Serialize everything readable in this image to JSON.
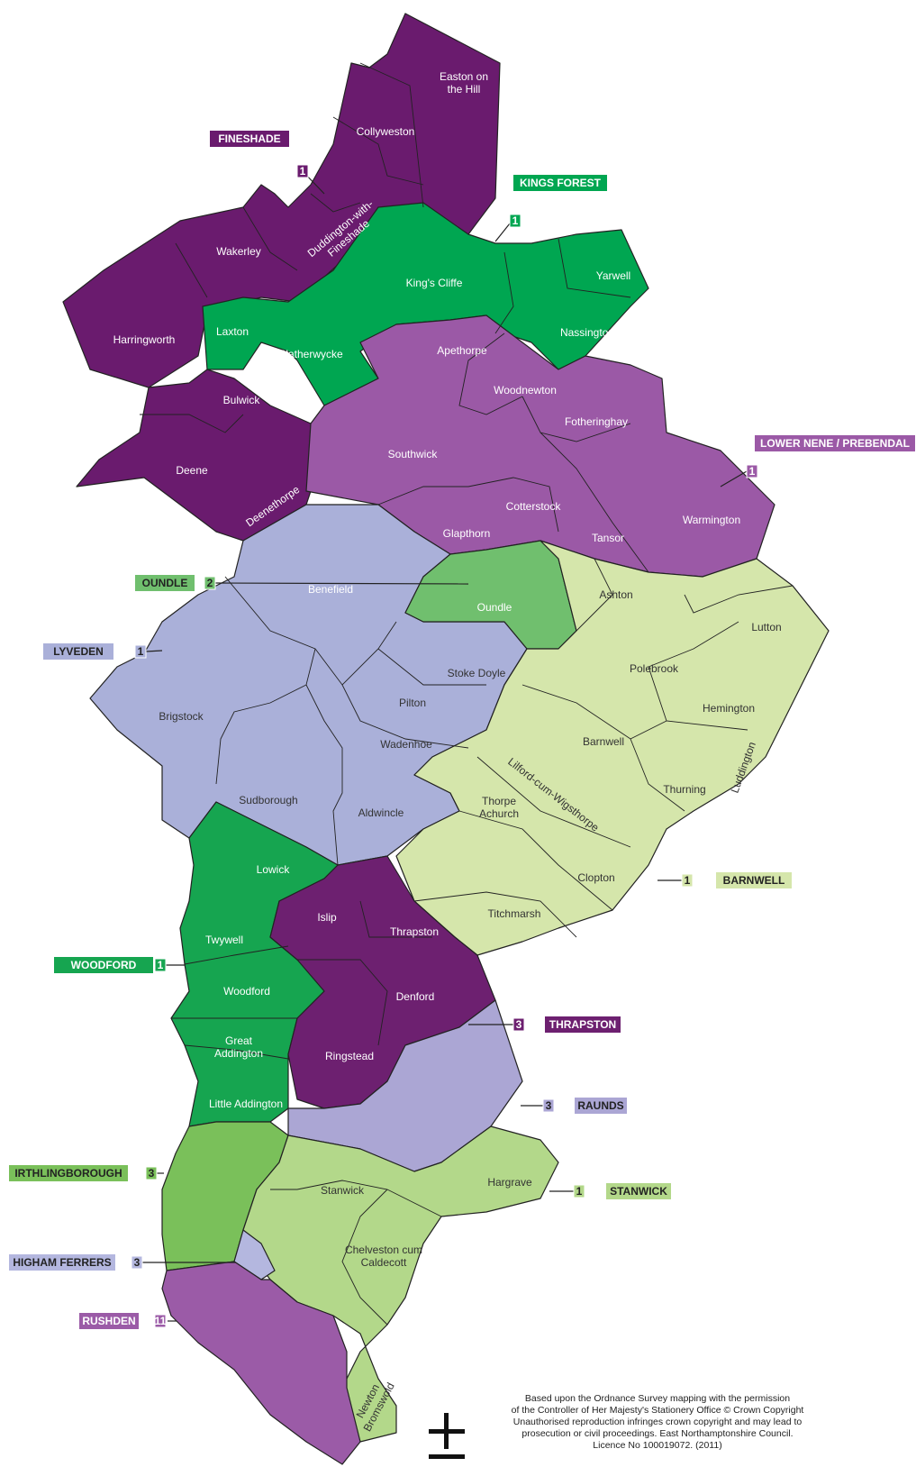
{
  "colors": {
    "fineshade": "#6a1b6e",
    "kings_forest": "#00a651",
    "lower_nene": "#9b59a6",
    "lyveden": "#aab0d9",
    "oundle": "#70bf6e",
    "barnwell": "#d5e6ab",
    "woodford": "#16a550",
    "thrapston": "#6d2070",
    "raunds": "#aba6d4",
    "stanwick": "#b3d88a",
    "irthlingborough": "#7ac05a",
    "higham": "#b4b7df",
    "rushden": "#9b5ba7",
    "boundary": "#222222"
  },
  "parishes": {
    "easton": "Easton on\nthe Hill",
    "collyweston": "Collyweston",
    "duddington": "Duddington-with-\nFineshade",
    "wakerley": "Wakerley",
    "harringworth": "Harringworth",
    "laxton": "Laxton",
    "blatherwycke": "Blatherwycke",
    "bulwick": "Bulwick",
    "deene": "Deene",
    "deenethorpe": "Deenethorpe",
    "kings_cliffe": "King's Cliffe",
    "yarwell": "Yarwell",
    "nassington": "Nassington",
    "apethorpe": "Apethorpe",
    "woodnewton": "Woodnewton",
    "fotheringhay": "Fotheringhay",
    "southwick": "Southwick",
    "cotterstock": "Cotterstock",
    "glapthorn": "Glapthorn",
    "tansor": "Tansor",
    "warmington": "Warmington",
    "benefield": "Benefield",
    "oundle": "Oundle",
    "ashton": "Ashton",
    "lutton": "Lutton",
    "polebrook": "Polebrook",
    "hemington": "Hemington",
    "brigstock": "Brigstock",
    "stoke_doyle": "Stoke Doyle",
    "pilton": "Pilton",
    "wadenhoe": "Wadenhoe",
    "barnwell": "Barnwell",
    "luddington": "Luddington",
    "thurning": "Thurning",
    "lilford": "Lilford-cum-Wigsthorpe",
    "sudborough": "Sudborough",
    "aldwincle": "Aldwincle",
    "thorpe_achurch": "Thorpe\nAchurch",
    "clopton": "Clopton",
    "lowick": "Lowick",
    "islip": "Islip",
    "thrapston": "Thrapston",
    "titchmarsh": "Titchmarsh",
    "twywell": "Twywell",
    "woodford": "Woodford",
    "denford": "Denford",
    "great_addington": "Great\nAddington",
    "ringstead": "Ringstead",
    "little_addington": "Little Addington",
    "stanwick": "Stanwick",
    "hargrave": "Hargrave",
    "chelveston": "Chelveston cum\nCaldecott",
    "newton": "Newton\nBromswold"
  },
  "wards": {
    "fineshade": {
      "name": "FINESHADE",
      "count": "1"
    },
    "kings_forest": {
      "name": "KINGS FOREST",
      "count": "1"
    },
    "lower_nene": {
      "name": "LOWER NENE / PREBENDAL",
      "count": "1"
    },
    "oundle": {
      "name": "OUNDLE",
      "count": "2"
    },
    "lyveden": {
      "name": "LYVEDEN",
      "count": "1"
    },
    "barnwell": {
      "name": "BARNWELL",
      "count": "1"
    },
    "woodford": {
      "name": "WOODFORD",
      "count": "1"
    },
    "thrapston": {
      "name": "THRAPSTON",
      "count": "3"
    },
    "raunds": {
      "name": "RAUNDS",
      "count": "3"
    },
    "irthlingborough": {
      "name": "IRTHLINGBOROUGH",
      "count": "3"
    },
    "stanwick": {
      "name": "STANWICK",
      "count": "1"
    },
    "higham": {
      "name": "HIGHAM FERRERS",
      "count": "3"
    },
    "rushden": {
      "name": "RUSHDEN",
      "count": "11"
    }
  },
  "credit": {
    "line1": "Based upon the Ordnance Survey mapping with the permission",
    "line2": "of the Controller of Her Majesty's Stationery Office © Crown Copyright",
    "line3": "Unauthorised reproduction infringes crown copyright and may lead to",
    "line4": "prosecution or civil proceedings. East Northamptonshire Council.",
    "line5": "Licence No 100019072. (2011)"
  },
  "north_arrow": {
    "icon": "north-arrow-icon"
  }
}
